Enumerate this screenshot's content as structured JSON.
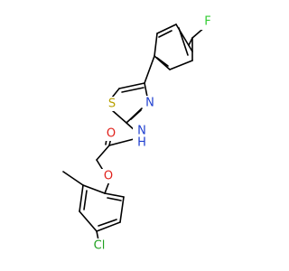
{
  "molecule": {
    "atoms": {
      "fluorine": {
        "label": "F",
        "color": "#33CC33"
      },
      "sulfur": {
        "label": "S",
        "color": "#B8A000"
      },
      "thiazole_nitrogen": {
        "label": "N",
        "color": "#1F3FCF"
      },
      "amide_nitrogen": {
        "label": "N",
        "color": "#1F3FCF"
      },
      "amide_hydrogen": {
        "label": "H",
        "color": "#1F3FCF"
      },
      "carbonyl_oxygen": {
        "label": "O",
        "color": "#E0201A"
      },
      "ether_oxygen": {
        "label": "O",
        "color": "#E0201A"
      },
      "chlorine": {
        "label": "Cl",
        "color": "#1FA01F"
      }
    },
    "bond_color": "#000000"
  }
}
